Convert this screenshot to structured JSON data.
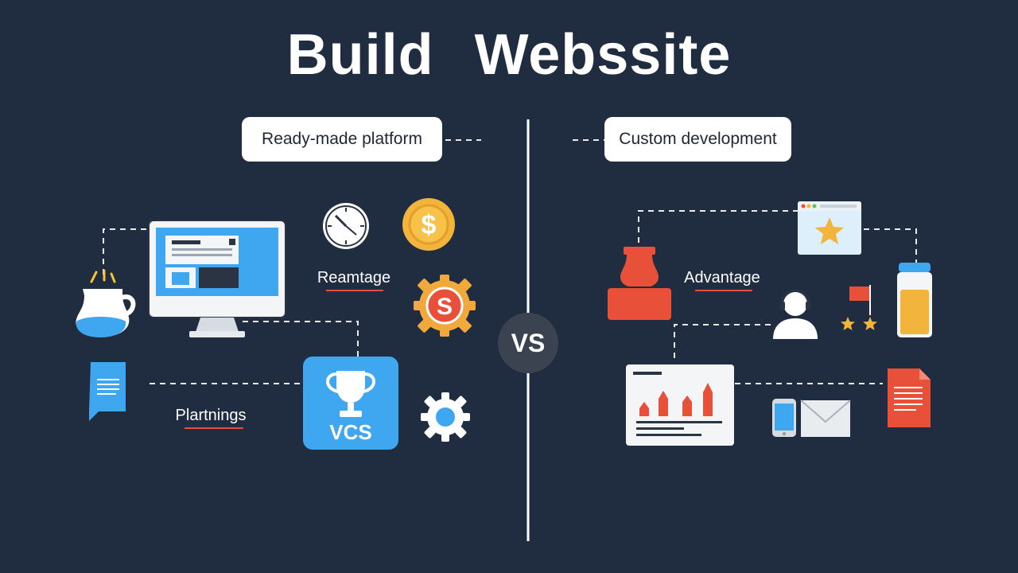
{
  "title": "Build  Webssite",
  "left": {
    "heading": "Ready-made platform",
    "label_top": "Reamtage",
    "label_bottom": "Plartnings",
    "badge_text": "VCS"
  },
  "center": {
    "vs": "VS"
  },
  "right": {
    "heading": "Custom development",
    "label": "Advantage"
  },
  "icons": [
    "pitcher-icon",
    "monitor-icon",
    "clock-icon",
    "dollar-coin-icon",
    "dollar-gear-icon",
    "chat-document-icon",
    "trophy-icon",
    "gear-icon",
    "browser-star-icon",
    "stamp-icon",
    "user-icon",
    "flag-stars-icon",
    "jar-icon",
    "analytics-chart-icon",
    "phone-icon",
    "envelope-icon",
    "document-icon"
  ],
  "colors": {
    "background": "#202c3f",
    "accent_blue": "#3fa6f0",
    "accent_red": "#e8503a",
    "accent_orange": "#f2a93b",
    "underline": "#e0503d"
  }
}
